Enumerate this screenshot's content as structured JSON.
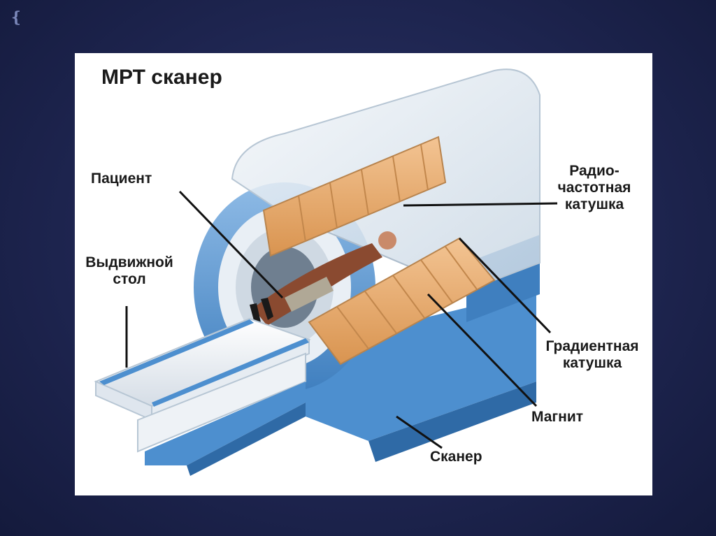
{
  "diagram": {
    "title": "МРТ сканер",
    "labels": {
      "patient": "Пациент",
      "table": "Выдвижной\nстол",
      "rf_coil": "Радио-\nчастотная\nкатушка",
      "gradient_coil": "Градиентная\nкатушка",
      "magnet": "Магнит",
      "scanner": "Сканер"
    }
  },
  "colors": {
    "background": "#1e2550",
    "scanner_blue": "#5b9bd5",
    "coil_orange": "#e8a968",
    "housing": "#e8eef4"
  }
}
